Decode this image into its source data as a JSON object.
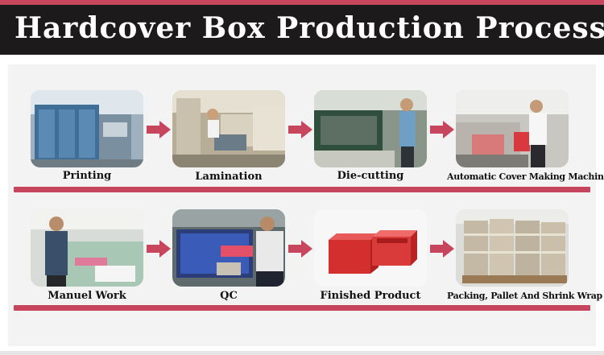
{
  "header": {
    "title": "Hardcover Box Production Process"
  },
  "steps": [
    {
      "label": "Printing"
    },
    {
      "label": "Lamination"
    },
    {
      "label": "Die-cutting"
    },
    {
      "label": "Automatic Cover Making Machine"
    },
    {
      "label": "Manuel Work"
    },
    {
      "label": "QC"
    },
    {
      "label": "Finished Product"
    },
    {
      "label": "Packing, Pallet And Shrink Wrap"
    }
  ],
  "colors": {
    "accent": "#c8455e",
    "header_bg": "#1d1a1b",
    "panel_bg": "#f4f3f3"
  }
}
